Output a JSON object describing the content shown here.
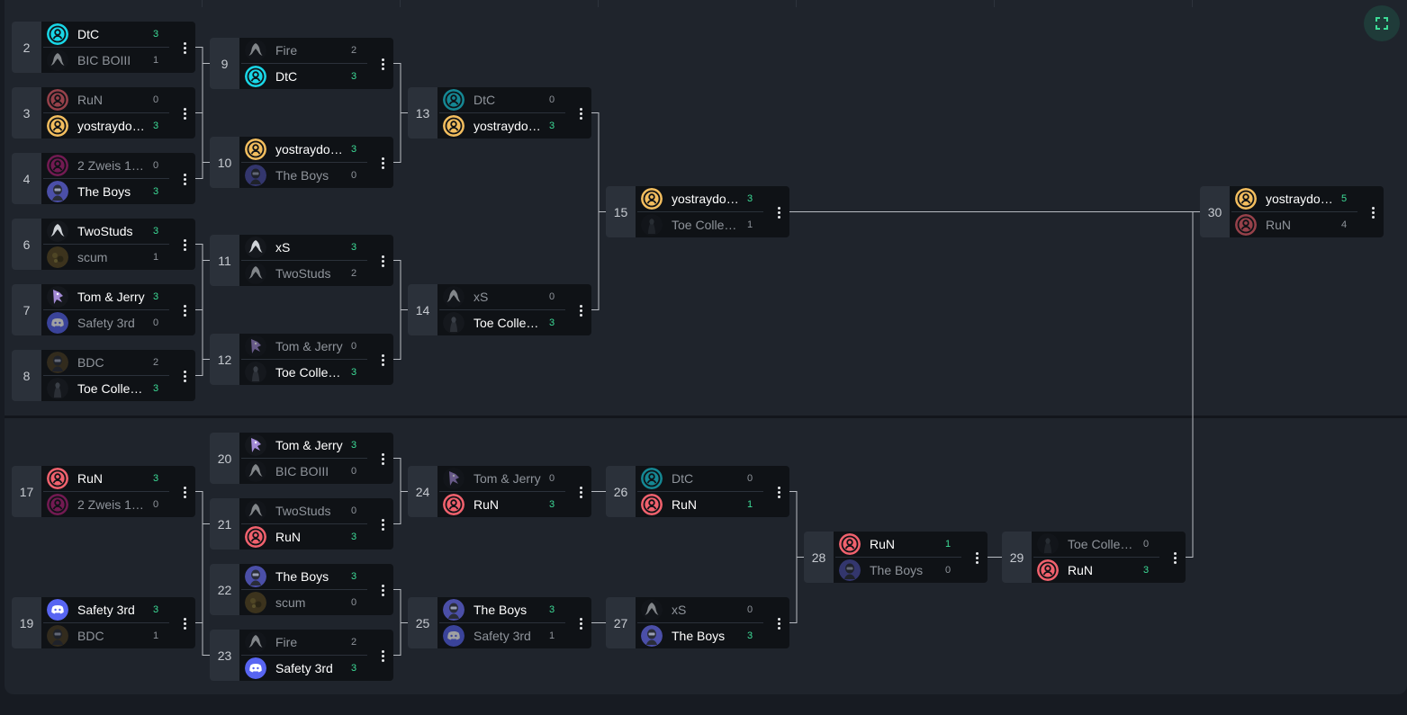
{
  "fullscreen_label": "fullscreen",
  "colors": {
    "win_score": "#3ddc97",
    "lose_text": "#8f949b",
    "connector": "#b8bcc2",
    "panel": "#1f242c",
    "card": "#0f1216",
    "match_number_bg": "#2b313a"
  },
  "teams": {
    "DtC": {
      "color": "#19d6e6",
      "icon": "person-icon"
    },
    "BIC BOIII": {
      "color": "#15181d",
      "icon": "hooded-figure-icon"
    },
    "Fire": {
      "color": "#15181d",
      "icon": "hooded-figure-icon"
    },
    "RuN": {
      "color": "#f0616d",
      "icon": "person-icon"
    },
    "yostraydove": {
      "color": "#f2bd5e",
      "icon": "person-icon"
    },
    "2 Zweis 1 ...": {
      "color": "#b5207a",
      "icon": "person-icon"
    },
    "The Boys": {
      "color": "#4b4fa8",
      "icon": "helmet-figure-icon"
    },
    "TwoStuds": {
      "color": "#15181d",
      "icon": "hooded-figure-icon"
    },
    "scum": {
      "color": "#5a4a22",
      "icon": "blob-icon"
    },
    "xS": {
      "color": "#15181d",
      "icon": "hooded-figure-icon"
    },
    "Tom & Jerry": {
      "color": "#15181d",
      "icon": "purple-mascot-icon"
    },
    "Safety 3rd": {
      "color": "#5865f2",
      "icon": "discord-icon"
    },
    "BDC": {
      "color": "#4a3c22",
      "icon": "helmet-figure-icon"
    },
    "Toe Collect...": {
      "color": "#15181d",
      "icon": "shadow-figure-icon"
    }
  },
  "matches": [
    {
      "id": "2",
      "teams": [
        {
          "name": "DtC",
          "score": "3",
          "win": true
        },
        {
          "name": "BIC BOIII",
          "score": "1",
          "win": false
        }
      ]
    },
    {
      "id": "3",
      "teams": [
        {
          "name": "RuN",
          "score": "0",
          "win": false
        },
        {
          "name": "yostraydove",
          "score": "3",
          "win": true
        }
      ]
    },
    {
      "id": "4",
      "teams": [
        {
          "name": "2 Zweis 1 ...",
          "score": "0",
          "win": false
        },
        {
          "name": "The Boys",
          "score": "3",
          "win": true
        }
      ]
    },
    {
      "id": "6",
      "teams": [
        {
          "name": "TwoStuds",
          "score": "3",
          "win": true
        },
        {
          "name": "scum",
          "score": "1",
          "win": false
        }
      ]
    },
    {
      "id": "7",
      "teams": [
        {
          "name": "Tom & Jerry",
          "score": "3",
          "win": true
        },
        {
          "name": "Safety 3rd",
          "score": "0",
          "win": false
        }
      ]
    },
    {
      "id": "8",
      "teams": [
        {
          "name": "BDC",
          "score": "2",
          "win": false
        },
        {
          "name": "Toe Collect...",
          "score": "3",
          "win": true
        }
      ]
    },
    {
      "id": "9",
      "teams": [
        {
          "name": "Fire",
          "score": "2",
          "win": false
        },
        {
          "name": "DtC",
          "score": "3",
          "win": true
        }
      ]
    },
    {
      "id": "10",
      "teams": [
        {
          "name": "yostraydove",
          "score": "3",
          "win": true
        },
        {
          "name": "The Boys",
          "score": "0",
          "win": false
        }
      ]
    },
    {
      "id": "11",
      "teams": [
        {
          "name": "xS",
          "score": "3",
          "win": true
        },
        {
          "name": "TwoStuds",
          "score": "2",
          "win": false
        }
      ]
    },
    {
      "id": "12",
      "teams": [
        {
          "name": "Tom & Jerry",
          "score": "0",
          "win": false
        },
        {
          "name": "Toe Collect...",
          "score": "3",
          "win": true
        }
      ]
    },
    {
      "id": "13",
      "teams": [
        {
          "name": "DtC",
          "score": "0",
          "win": false
        },
        {
          "name": "yostraydove",
          "score": "3",
          "win": true
        }
      ]
    },
    {
      "id": "14",
      "teams": [
        {
          "name": "xS",
          "score": "0",
          "win": false
        },
        {
          "name": "Toe Collect...",
          "score": "3",
          "win": true
        }
      ]
    },
    {
      "id": "15",
      "teams": [
        {
          "name": "yostraydove",
          "score": "3",
          "win": true
        },
        {
          "name": "Toe Collect...",
          "score": "1",
          "win": false
        }
      ]
    },
    {
      "id": "30",
      "teams": [
        {
          "name": "yostraydove",
          "score": "5",
          "win": true
        },
        {
          "name": "RuN",
          "score": "4",
          "win": false
        }
      ]
    },
    {
      "id": "17",
      "teams": [
        {
          "name": "RuN",
          "score": "3",
          "win": true
        },
        {
          "name": "2 Zweis 1 ...",
          "score": "0",
          "win": false
        }
      ]
    },
    {
      "id": "19",
      "teams": [
        {
          "name": "Safety 3rd",
          "score": "3",
          "win": true
        },
        {
          "name": "BDC",
          "score": "1",
          "win": false
        }
      ]
    },
    {
      "id": "20",
      "teams": [
        {
          "name": "Tom & Jerry",
          "score": "3",
          "win": true
        },
        {
          "name": "BIC BOIII",
          "score": "0",
          "win": false
        }
      ]
    },
    {
      "id": "21",
      "teams": [
        {
          "name": "TwoStuds",
          "score": "0",
          "win": false
        },
        {
          "name": "RuN",
          "score": "3",
          "win": true
        }
      ]
    },
    {
      "id": "22",
      "teams": [
        {
          "name": "The Boys",
          "score": "3",
          "win": true
        },
        {
          "name": "scum",
          "score": "0",
          "win": false
        }
      ]
    },
    {
      "id": "23",
      "teams": [
        {
          "name": "Fire",
          "score": "2",
          "win": false
        },
        {
          "name": "Safety 3rd",
          "score": "3",
          "win": true
        }
      ]
    },
    {
      "id": "24",
      "teams": [
        {
          "name": "Tom & Jerry",
          "score": "0",
          "win": false
        },
        {
          "name": "RuN",
          "score": "3",
          "win": true
        }
      ]
    },
    {
      "id": "25",
      "teams": [
        {
          "name": "The Boys",
          "score": "3",
          "win": true
        },
        {
          "name": "Safety 3rd",
          "score": "1",
          "win": false
        }
      ]
    },
    {
      "id": "26",
      "teams": [
        {
          "name": "DtC",
          "score": "0",
          "win": false
        },
        {
          "name": "RuN",
          "score": "1",
          "win": true
        }
      ]
    },
    {
      "id": "27",
      "teams": [
        {
          "name": "xS",
          "score": "0",
          "win": false
        },
        {
          "name": "The Boys",
          "score": "3",
          "win": true
        }
      ]
    },
    {
      "id": "28",
      "teams": [
        {
          "name": "RuN",
          "score": "1",
          "win": true
        },
        {
          "name": "The Boys",
          "score": "0",
          "win": false
        }
      ]
    },
    {
      "id": "29",
      "teams": [
        {
          "name": "Toe Collect...",
          "score": "0",
          "win": false
        },
        {
          "name": "RuN",
          "score": "3",
          "win": true
        }
      ]
    }
  ]
}
